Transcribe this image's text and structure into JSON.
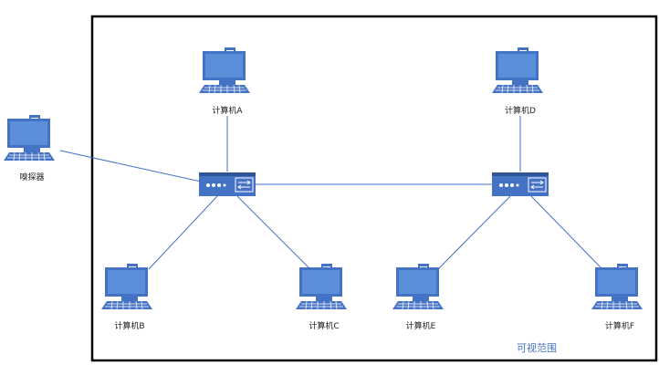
{
  "region": {
    "label": "可视范围"
  },
  "computers": {
    "sniffer": {
      "label": "嗅探器"
    },
    "a": {
      "label": "计算机A"
    },
    "b": {
      "label": "计算机B"
    },
    "c": {
      "label": "计算机C"
    },
    "d": {
      "label": "计算机D"
    },
    "e": {
      "label": "计算机E"
    },
    "f": {
      "label": "计算机F"
    }
  },
  "colors": {
    "device": "#4472C4",
    "device_dark": "#2F5597",
    "screen": "#5B8FD9",
    "line": "#4472C4",
    "region_label": "#4472C4",
    "border": "#000000"
  },
  "icons": {
    "computer": "desktop-computer-icon",
    "switch": "network-switch-icon"
  }
}
